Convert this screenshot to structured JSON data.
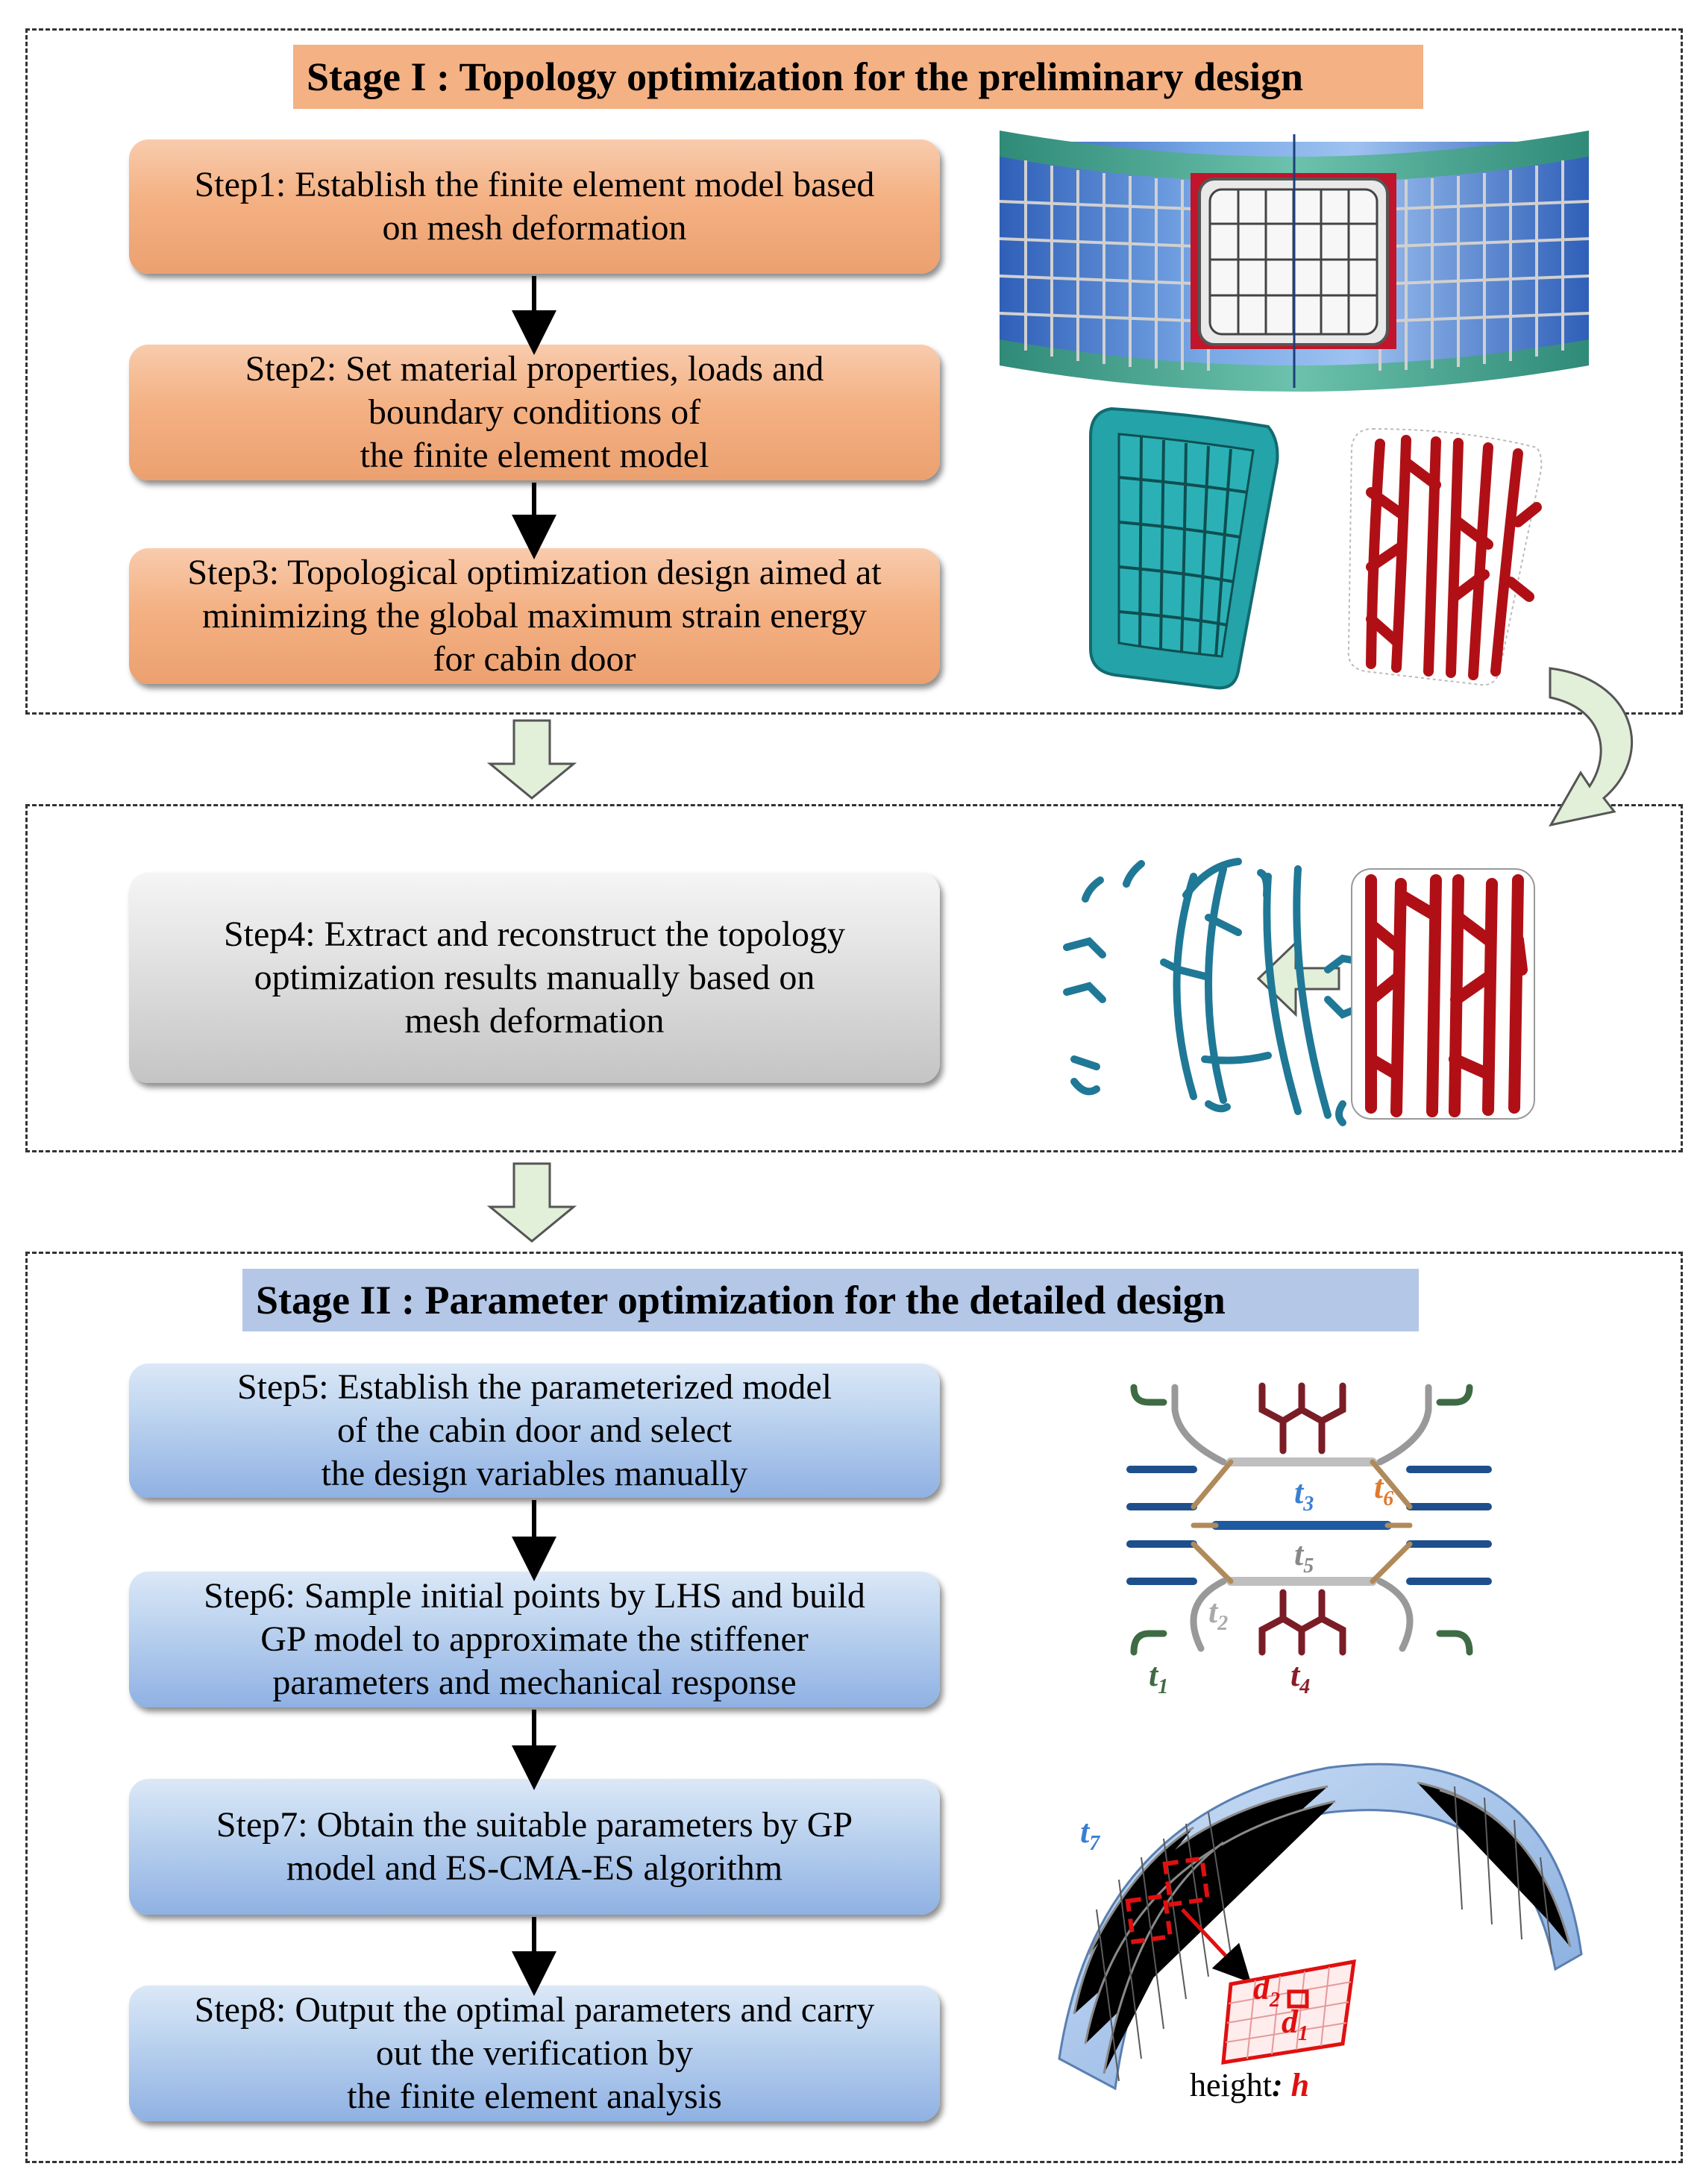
{
  "stage1": {
    "title": "Stage I : Topology optimization for the preliminary design"
  },
  "stage2": {
    "title": "Stage II : Parameter optimization for the detailed design"
  },
  "steps": [
    {
      "text": "Step1: Establish the finite element model based\non mesh deformation"
    },
    {
      "text": "Step2: Set material properties, loads and\nboundary conditions of\nthe finite element model"
    },
    {
      "text": "Step3: Topological optimization design aimed at\nminimizing the global maximum strain energy\nfor cabin door"
    },
    {
      "text": "Step4: Extract and reconstruct the topology\noptimization results manually based on\nmesh deformation"
    },
    {
      "text": "Step5: Establish the parameterized model\nof the cabin door and select\nthe design variables manually"
    },
    {
      "text": "Step6: Sample initial points by LHS and build\nGP model to approximate the stiffener\nparameters and mechanical response"
    },
    {
      "text": "Step7: Obtain the suitable parameters by GP\nmodel and ES-CMA-ES algorithm"
    },
    {
      "text": "Step8: Output the optimal parameters and carry\nout the verification by\nthe finite element analysis"
    }
  ],
  "variables": {
    "t1": {
      "base": "t",
      "sub": "1"
    },
    "t2": {
      "base": "t",
      "sub": "2"
    },
    "t3": {
      "base": "t",
      "sub": "3"
    },
    "t4": {
      "base": "t",
      "sub": "4"
    },
    "t5": {
      "base": "t",
      "sub": "5"
    },
    "t6": {
      "base": "t",
      "sub": "6"
    },
    "t7": {
      "base": "t",
      "sub": "7"
    },
    "d1": {
      "base": "d",
      "sub": "1"
    },
    "d2": {
      "base": "d",
      "sub": "2"
    }
  },
  "height_label": {
    "prefix": "height",
    "colon": ":",
    "var": "h"
  },
  "colors": {
    "orange_step": "#f4b183",
    "gray_step": "#d9d9d9",
    "blue_step": "#bcd3ef",
    "stage1_title_bg": "#f4b183",
    "stage2_title_bg": "#b4c7e7",
    "arrow_fill": "#e2efd9",
    "topology_red": "#b01015",
    "stiffener_teal": "#1f7896"
  }
}
